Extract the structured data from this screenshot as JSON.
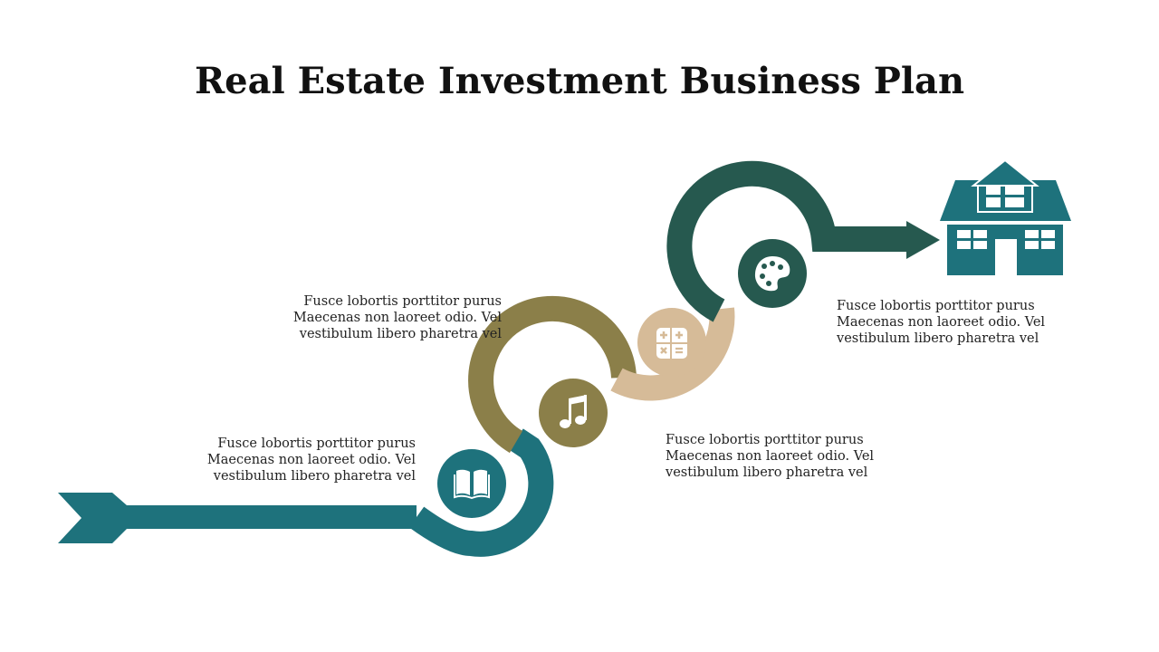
{
  "title": "Real Estate Investment Business Plan",
  "colors": {
    "teal": "#1e727c",
    "olive": "#8b7f49",
    "tan": "#d6bb98",
    "dark_green": "#26594f",
    "text": "#222222"
  },
  "steps": [
    {
      "icon": "book-icon",
      "text": "Fusce lobortis porttitor purus Maecenas non laoreet odio. Vel vestibulum libero pharetra vel"
    },
    {
      "icon": "music-note-icon",
      "text": "Fusce lobortis porttitor purus Maecenas non laoreet odio. Vel vestibulum libero pharetra vel"
    },
    {
      "icon": "calculator-icon",
      "text": "Fusce lobortis porttitor purus Maecenas non laoreet odio. Vel vestibulum libero pharetra vel"
    },
    {
      "icon": "palette-icon",
      "text": "Fusce lobortis porttitor purus Maecenas non laoreet odio. Vel vestibulum libero pharetra vel"
    }
  ],
  "goal_icon": "house-icon"
}
